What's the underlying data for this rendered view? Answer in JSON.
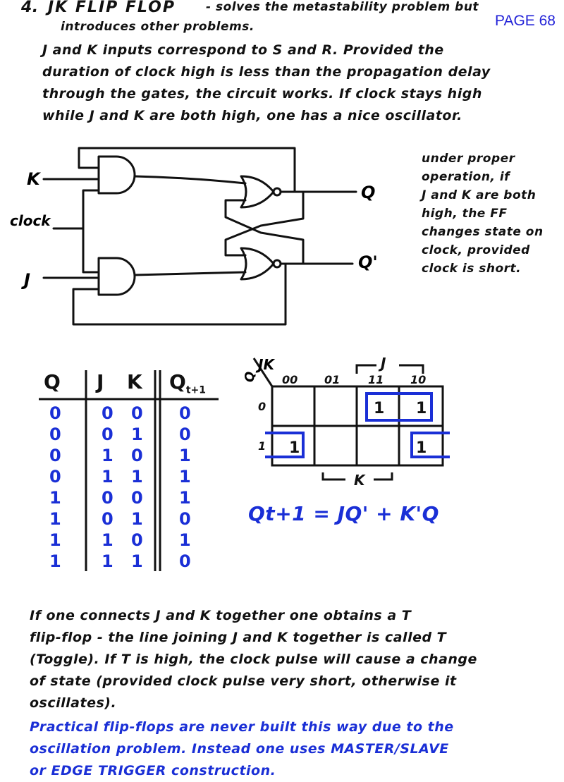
{
  "page_label": "PAGE 68",
  "heading": {
    "number": "4.",
    "title": "JK   FLIP FLOP",
    "subtitle_lines": [
      "- solves the metastability problem but",
      "introduces other problems."
    ]
  },
  "intro_lines": [
    "J and K inputs correspond to S and R. Provided the",
    "duration of clock high is less than the propagation delay",
    "through the gates, the circuit works. If clock stays high",
    "while J and K are both high, one has a nice oscillator."
  ],
  "circuit": {
    "label_k": "K",
    "label_clock": "clock",
    "label_j": "J",
    "label_q": "Q",
    "label_qprime": "Q'"
  },
  "side_note_lines": [
    "under proper",
    "operation, if",
    "J and K are both",
    "high, the FF",
    "changes state on",
    "clock, provided",
    "clock is short."
  ],
  "truth_table": {
    "headers": [
      "Q",
      "J",
      "K",
      "Qt+1"
    ],
    "header_sub": "t+1",
    "rows": [
      [
        "0",
        "0",
        "0",
        "0"
      ],
      [
        "0",
        "0",
        "1",
        "0"
      ],
      [
        "0",
        "1",
        "0",
        "1"
      ],
      [
        "0",
        "1",
        "1",
        "1"
      ],
      [
        "1",
        "0",
        "0",
        "1"
      ],
      [
        "1",
        "0",
        "1",
        "0"
      ],
      [
        "1",
        "1",
        "0",
        "1"
      ],
      [
        "1",
        "1",
        "1",
        "0"
      ]
    ]
  },
  "kmap": {
    "corner_q": "Q",
    "corner_jk": "JK",
    "col_labels": [
      "00",
      "01",
      "11",
      "10"
    ],
    "row_labels": [
      "0",
      "1"
    ],
    "cells": [
      [
        "",
        "",
        "1",
        "1"
      ],
      [
        "1",
        "",
        "",
        "1"
      ]
    ],
    "j_label": "J",
    "k_label": "K",
    "equation": "Qt+1 = JQ' + K'Q"
  },
  "outro_lines": [
    "If one connects J and K together one obtains a T",
    "flip-flop - the line joining J and K together is called T",
    "(Toggle). If T is high, the clock pulse will cause a change",
    "of state (provided clock pulse very short, otherwise it",
    "oscillates)."
  ],
  "blue_note_lines": [
    "Practical flip-flops are never built this way due to the",
    "oscillation problem. Instead one uses MASTER/SLAVE",
    "or EDGE TRIGGER construction."
  ],
  "colors": {
    "ink": "#111111",
    "blue": "#1a2fd6",
    "page_label": "#2323d8"
  }
}
